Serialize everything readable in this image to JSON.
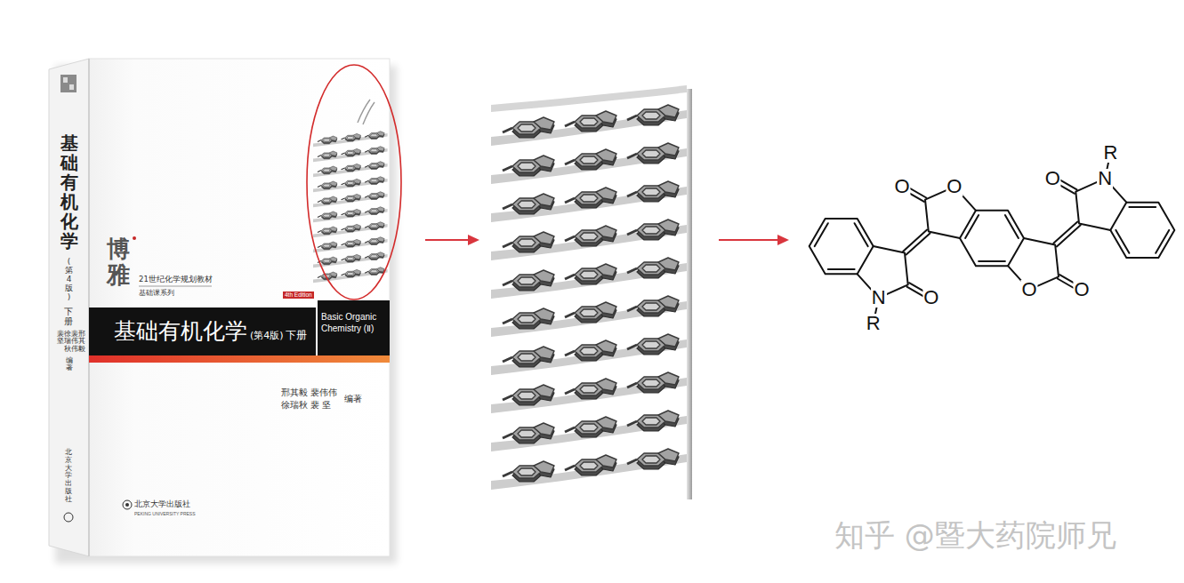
{
  "diagram": {
    "labels": [
      "基础有机化学",
      "(第4版)",
      "下册",
      "邢其毅",
      "裴伟伟",
      "徐瑞秋",
      "裴坚",
      "编著",
      "博雅",
      "21世纪化学规划教材",
      "基础课系列",
      "4th Edition",
      "基础有机化学",
      "(第4版)",
      "下册",
      "Basic Organic Chemistry (Ⅱ)",
      "邢其毅 裴伟伟",
      "编著",
      "徐瑞秋 裴 坚",
      "北京大学出版社",
      "PEKING UNIVERSITY PRESS",
      "北京大学出版社",
      "R",
      "O",
      "N",
      "O",
      "O",
      "O",
      "O",
      "N",
      "O",
      "R",
      "知乎 @暨大药院师兄"
    ]
  }
}
